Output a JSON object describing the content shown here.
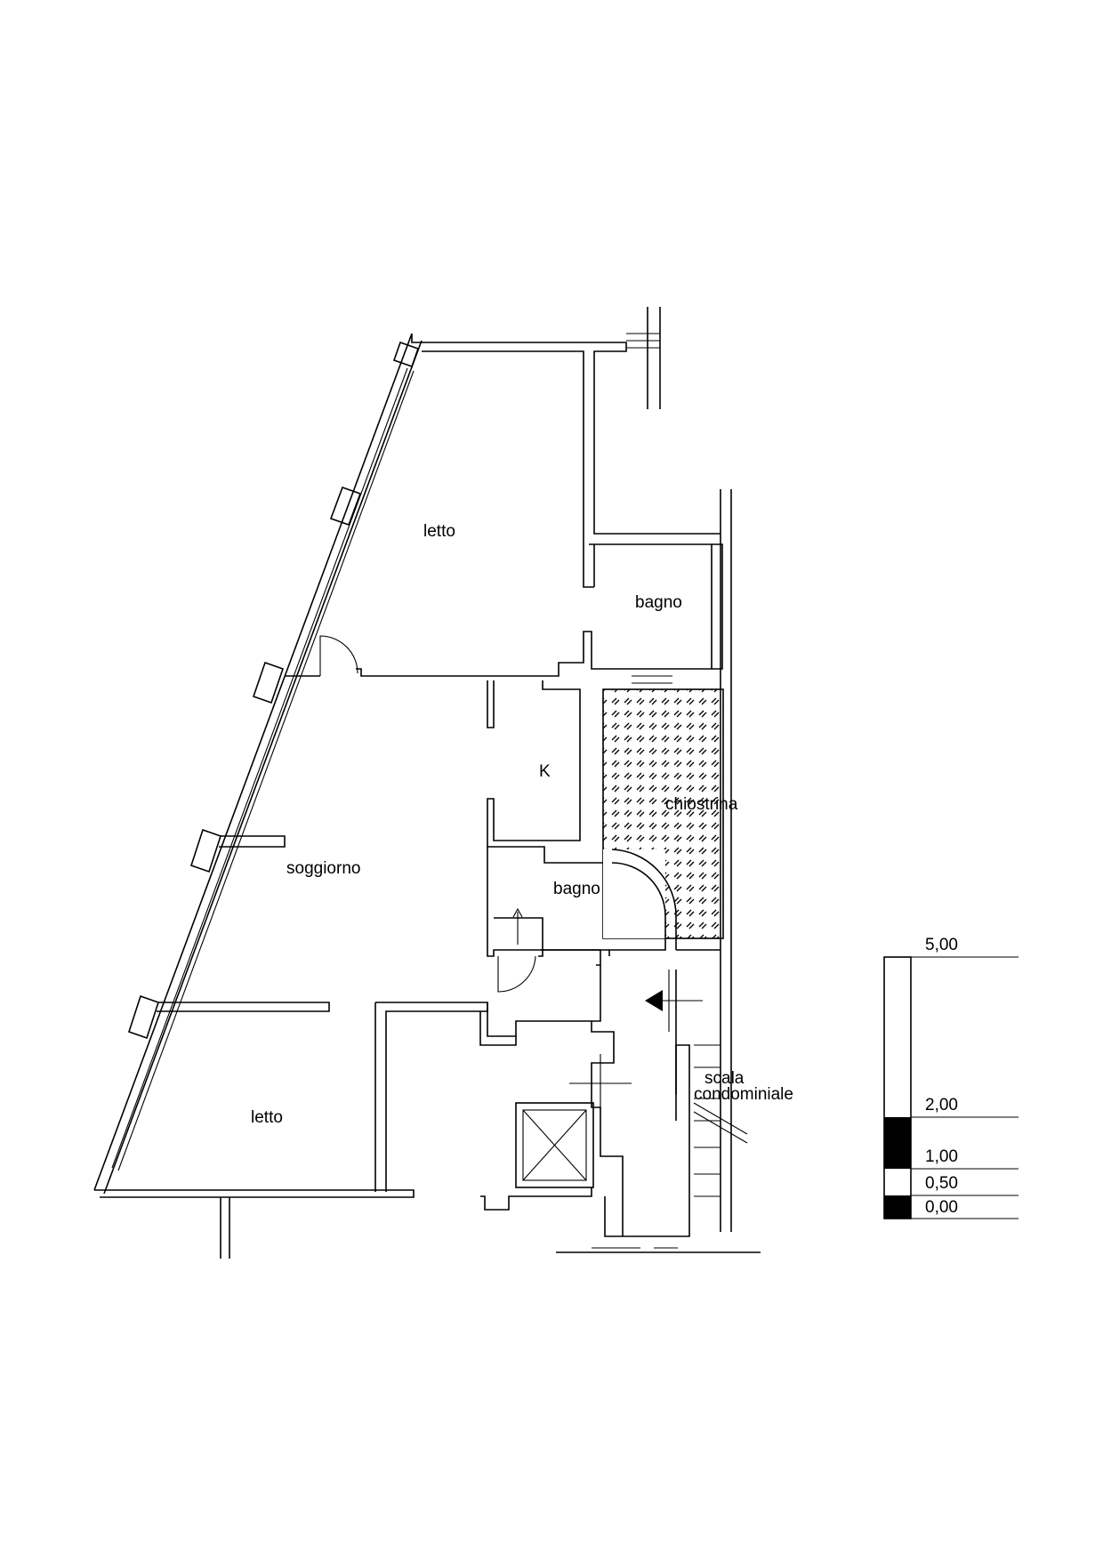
{
  "rooms": {
    "letto_top": "letto",
    "bagno_top": "bagno",
    "kitchen": "K",
    "chiostrina": "chiostrina",
    "soggiorno": "soggiorno",
    "bagno_mid": "bagno",
    "letto_bottom": "letto",
    "scala_line1": "scala",
    "scala_line2": "condominiale"
  },
  "scale_bar": {
    "labels": [
      "5,00",
      "2,00",
      "1,00",
      "0,50",
      "0,00"
    ],
    "fill_color": "#000000"
  },
  "colors": {
    "line": "#000000",
    "background": "#ffffff"
  }
}
